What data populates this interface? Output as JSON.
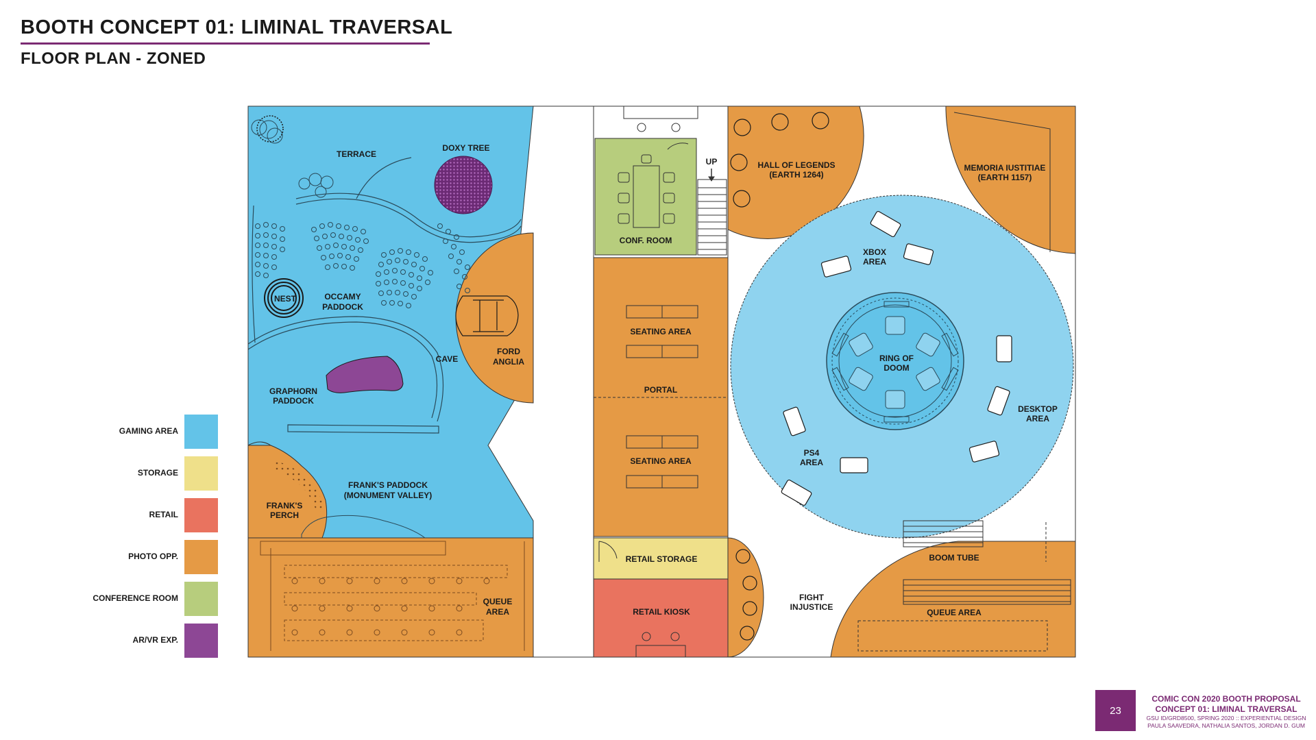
{
  "header": {
    "title": "BOOTH CONCEPT 01: LIMINAL TRAVERSAL",
    "subtitle": "FLOOR PLAN - ZONED"
  },
  "legend": [
    {
      "label": "GAMING AREA",
      "color": "#63c3e8"
    },
    {
      "label": "STORAGE",
      "color": "#efe08a"
    },
    {
      "label": "RETAIL",
      "color": "#e9735f"
    },
    {
      "label": "PHOTO OPP.",
      "color": "#e59a45"
    },
    {
      "label": "CONFERENCE ROOM",
      "color": "#b7cd7d"
    },
    {
      "label": "AR/VR EXP.",
      "color": "#8d4795"
    }
  ],
  "plan_labels": {
    "terrace": "TERRACE",
    "doxy_tree": "DOXY TREE",
    "nest": "NEST",
    "occamy_l1": "OCCAMY",
    "occamy_l2": "PADDOCK",
    "ford_l1": "FORD",
    "ford_l2": "ANGLIA",
    "cave": "CAVE",
    "graphorn_l1": "GRAPHORN",
    "graphorn_l2": "PADDOCK",
    "franks_paddock_l1": "FRANK'S PADDOCK",
    "franks_paddock_l2": "(MONUMENT VALLEY)",
    "franks_perch_l1": "FRANK'S",
    "franks_perch_l2": "PERCH",
    "queue_left_l1": "QUEUE",
    "queue_left_l2": "AREA",
    "up": "UP",
    "conf_room": "CONF. ROOM",
    "seating_area_1": "SEATING AREA",
    "portal": "PORTAL",
    "seating_area_2": "SEATING AREA",
    "retail_storage": "RETAIL STORAGE",
    "retail_kiosk": "RETAIL KIOSK",
    "hall_l1": "HALL OF LEGENDS",
    "hall_l2": "(EARTH 1264)",
    "memoria_l1": "MEMORIA IUSTITIAE",
    "memoria_l2": "(EARTH 1157)",
    "xbox_l1": "XBOX",
    "xbox_l2": "AREA",
    "ring_l1": "RING OF",
    "ring_l2": "DOOM",
    "desktop_l1": "DESKTOP",
    "desktop_l2": "AREA",
    "ps4_l1": "PS4",
    "ps4_l2": "AREA",
    "fight_l1": "FIGHT",
    "fight_l2": "INJUSTICE",
    "boom_tube": "BOOM TUBE",
    "queue_right": "QUEUE AREA"
  },
  "footer": {
    "page_number": "23",
    "line1": "COMIC CON 2020 BOOTH PROPOSAL",
    "line2": "CONCEPT 01: LIMINAL TRAVERSAL",
    "line3": "GSU ID/GRD8500, SPRING 2020 :: EXPERIENTIAL DESIGN",
    "line4": "PAULA SAAVEDRA, NATHALIA SANTOS, JORDAN D. GUM"
  },
  "colors": {
    "gaming": "#63c3e8",
    "gaming_light": "#8fd3ef",
    "photo": "#e59a45",
    "conference": "#b7cd7d",
    "storage": "#efe08a",
    "retail": "#e9735f",
    "arvr": "#8d4795",
    "accent": "#7b2a73"
  }
}
